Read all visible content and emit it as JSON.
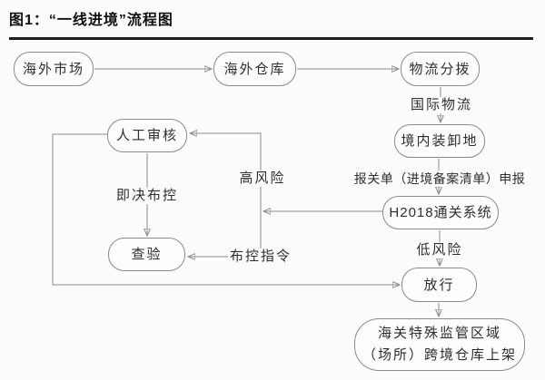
{
  "page": {
    "title": "图1：“一线进境”流程图"
  },
  "colors": {
    "background": "#fcfcfc",
    "line": "#8a8a8a",
    "node_border": "#8a8a8a",
    "text": "#2e2e2e",
    "title_text": "#101010",
    "title_rule": "#1e1e1e"
  },
  "flowchart": {
    "nodes": {
      "overseas_market": "海外市场",
      "overseas_warehouse": "海外仓库",
      "logistics_dispatch": "物流分拨",
      "domestic_unloading": "境内装卸地",
      "h2018_system": "H2018通关系统",
      "manual_review": "人工审核",
      "inspection": "查验",
      "release": "放行",
      "bonded_warehouse_line1": "海关特殊监管区域",
      "bonded_warehouse_line2": "（场所）跨境仓库上架"
    },
    "edge_labels": {
      "international_logistics": "国际物流",
      "declaration": "报关单（进境备案清单）申报",
      "low_risk": "低风险",
      "high_risk": "高风险",
      "control_order": "布控指令",
      "instant_control": "即决布控"
    },
    "edges": [
      {
        "from": "海外市场",
        "to": "海外仓库",
        "label": ""
      },
      {
        "from": "海外仓库",
        "to": "物流分拨",
        "label": ""
      },
      {
        "from": "物流分拨",
        "to": "境内装卸地",
        "label": "国际物流"
      },
      {
        "from": "境内装卸地",
        "to": "H2018通关系统",
        "label": "报关单（进境备案清单）申报"
      },
      {
        "from": "H2018通关系统",
        "to": "人工审核",
        "label": "高风险"
      },
      {
        "from": "H2018通关系统",
        "to": "查验",
        "label": "布控指令"
      },
      {
        "from": "H2018通关系统",
        "to": "放行",
        "label": "低风险"
      },
      {
        "from": "人工审核",
        "to": "查验",
        "label": "即决布控"
      },
      {
        "from": "人工审核",
        "to": "放行",
        "label": ""
      },
      {
        "from": "放行",
        "to": "海关特殊监管区域（场所）跨境仓库上架",
        "label": ""
      }
    ]
  }
}
